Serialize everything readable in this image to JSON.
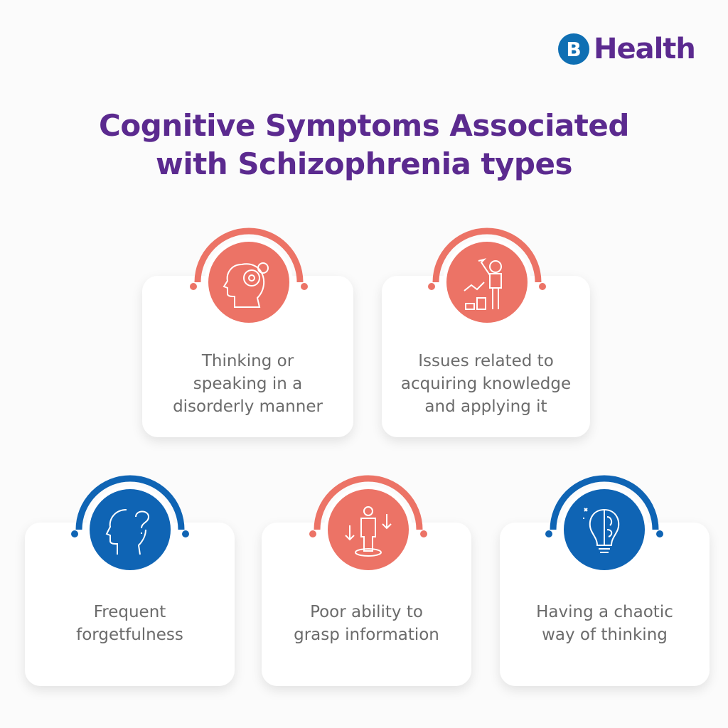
{
  "logo": {
    "mark": "B",
    "text": "Health"
  },
  "title": {
    "line1": "Cognitive Symptoms Associated",
    "line2": "with Schizophrenia types"
  },
  "colors": {
    "coral": "#ec7366",
    "blue": "#0f64b4",
    "purple": "#5b2a8f",
    "text": "#6b6b6b"
  },
  "cards": [
    {
      "icon": "head-gears-icon",
      "color": "coral",
      "lines": [
        "Thinking or",
        "speaking in a",
        "disorderly manner"
      ]
    },
    {
      "icon": "person-climbing-icon",
      "color": "coral",
      "lines": [
        "Issues related to",
        "acquiring knowledge",
        "and applying it"
      ]
    },
    {
      "icon": "head-question-icon",
      "color": "blue",
      "lines": [
        "Frequent",
        "forgetfulness"
      ]
    },
    {
      "icon": "person-arrows-icon",
      "color": "coral",
      "lines": [
        "Poor ability to",
        "grasp information"
      ]
    },
    {
      "icon": "brain-bulb-icon",
      "color": "blue",
      "lines": [
        "Having a chaotic",
        "way of thinking"
      ]
    }
  ]
}
